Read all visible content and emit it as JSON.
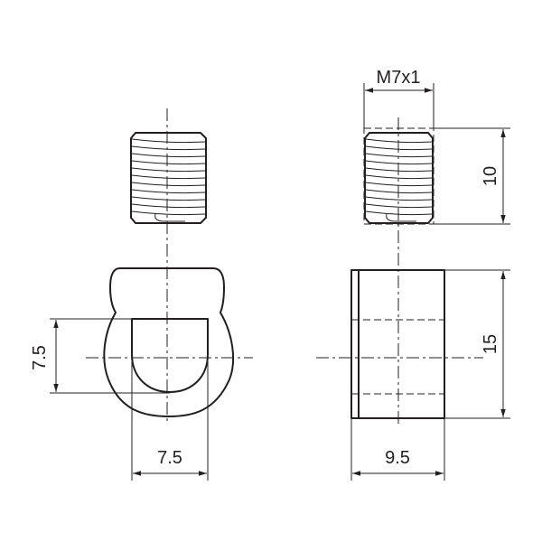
{
  "dimensions": {
    "thread": "M7x1",
    "screw_length": "10",
    "body_height": "15",
    "slot_depth": "7.5",
    "slot_width": "7.5",
    "body_width": "9.5"
  },
  "colors": {
    "line": "#231f20",
    "background": "#ffffff"
  }
}
